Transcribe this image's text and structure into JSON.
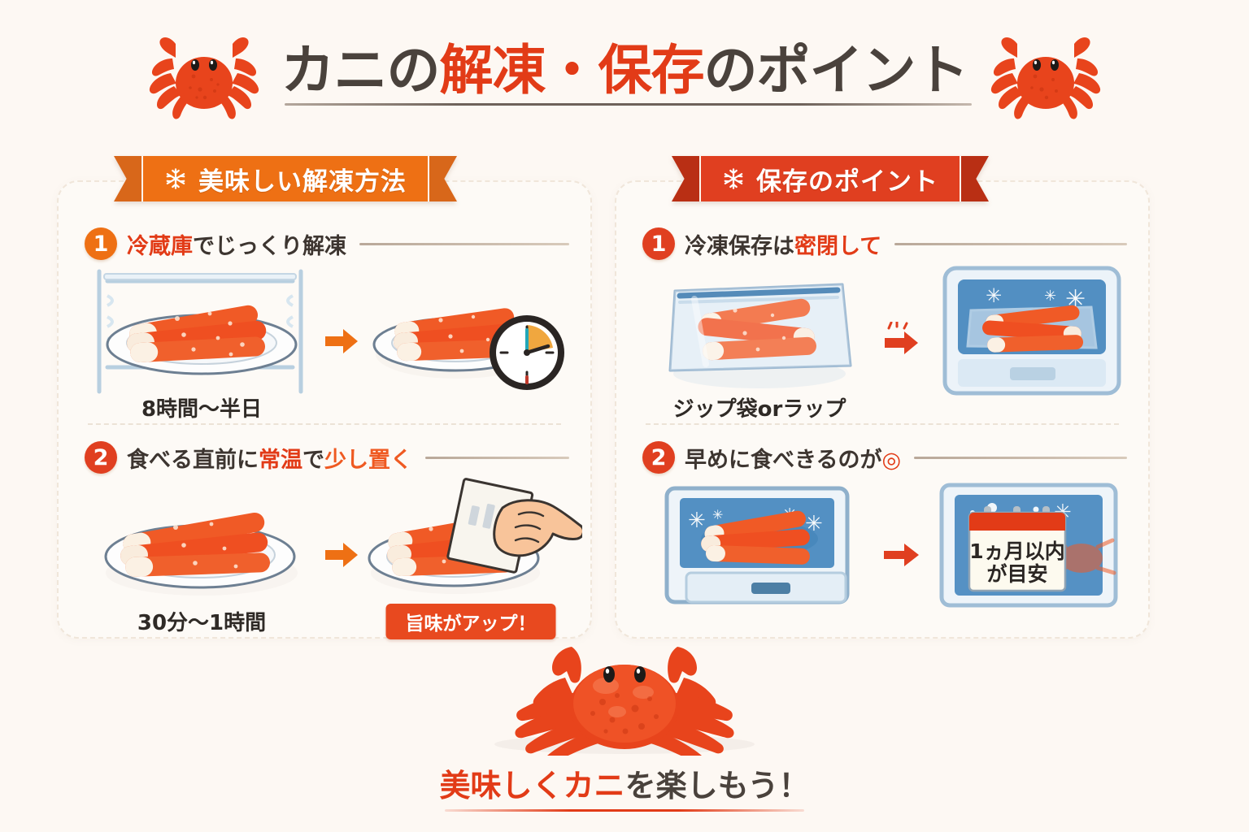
{
  "page": {
    "background_color": "#fdf8f3",
    "title_parts": [
      {
        "text": "カニの",
        "color": "dark"
      },
      {
        "text": "解凍・保存",
        "color": "red"
      },
      {
        "text": "のポイント",
        "color": "dark"
      }
    ],
    "title_full": "カニの解凍・保存のポイント",
    "accent_orange": "#ee7014",
    "accent_red": "#e03f20",
    "text_dark": "#4a423c"
  },
  "panels": [
    {
      "id": "thawing",
      "banner_label": "美味しい解凍方法",
      "banner_icon": "snowflake-icon",
      "banner_color": "#ee7014",
      "steps": [
        {
          "number": "1",
          "title_parts": [
            {
              "text": "冷蔵庫",
              "color": "red"
            },
            {
              "text": "でじっくり解凍",
              "color": "dark"
            }
          ],
          "title_full": "冷蔵庫でじっくり解凍",
          "left_caption": "8時間〜半日",
          "right_caption": "",
          "left_image": "crab-legs-on-plate-in-refrigerator",
          "right_image": "crab-legs-on-plate-with-clock",
          "arrow": "arrow-right-icon"
        },
        {
          "number": "2",
          "title_parts": [
            {
              "text": "食べる直前に",
              "color": "dark"
            },
            {
              "text": "常温",
              "color": "red"
            },
            {
              "text": "で",
              "color": "dark"
            },
            {
              "text": "少し置く",
              "color": "orange"
            }
          ],
          "title_full": "食べる直前に常温で少し置く",
          "left_caption": "30分〜1時間",
          "right_caption": "旨味がアップ！",
          "left_image": "crab-legs-on-plate",
          "right_image": "hand-with-paper-towel-on-crab-legs",
          "arrow": "arrow-right-icon"
        }
      ]
    },
    {
      "id": "storage",
      "banner_label": "保存のポイント",
      "banner_icon": "snowflake-icon",
      "banner_color": "#e03f20",
      "steps": [
        {
          "number": "1",
          "title_parts": [
            {
              "text": "冷凍保存は",
              "color": "dark"
            },
            {
              "text": "密閉して",
              "color": "red"
            }
          ],
          "title_full": "冷凍保存は密閉して",
          "left_caption": "ジップ袋orラップ",
          "right_caption": "",
          "left_image": "crab-legs-in-zip-bag",
          "right_image": "crab-legs-in-freezer",
          "arrow": "arrow-right-icon"
        },
        {
          "number": "2",
          "title_parts": [
            {
              "text": "早めに食べきるのが",
              "color": "dark"
            },
            {
              "text": "◎",
              "color": "red"
            }
          ],
          "title_full": "早めに食べきるのが◎",
          "left_caption": "",
          "right_caption": "",
          "left_image": "crab-legs-in-freezer-drawer",
          "right_image": "calendar-in-freezer",
          "arrow": "arrow-right-icon",
          "calendar_lines": [
            "1ヵ月以内",
            "が目安"
          ]
        }
      ]
    }
  ],
  "footer": {
    "mascot": "crab-mascot",
    "tagline_parts": [
      {
        "text": "美味しく",
        "color": "red"
      },
      {
        "text": "カニ",
        "color": "red"
      },
      {
        "text": "を",
        "color": "dark"
      },
      {
        "text": "楽",
        "color": "dark"
      },
      {
        "text": "しもう！",
        "color": "dark"
      }
    ],
    "tagline_full": "美味しくカニを楽しもう！"
  }
}
